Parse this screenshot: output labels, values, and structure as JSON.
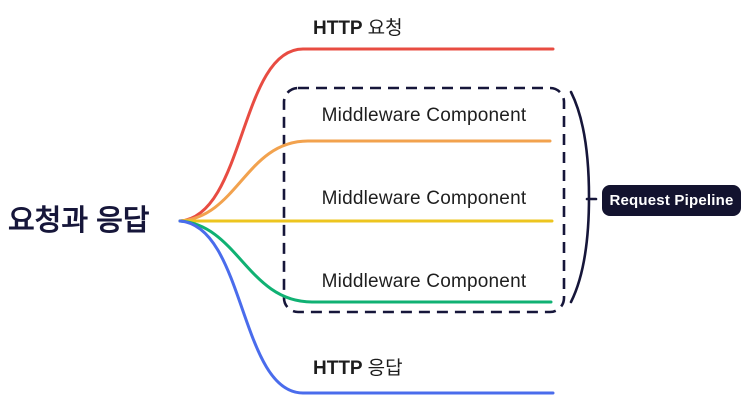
{
  "root": {
    "label": "요청과 응답"
  },
  "branches": {
    "http_request": {
      "prefix": "HTTP",
      "suffix": "요청"
    },
    "http_response": {
      "prefix": "HTTP",
      "suffix": "응답"
    },
    "middleware": {
      "items": [
        {
          "label": "Middleware Component"
        },
        {
          "label": "Middleware Component"
        },
        {
          "label": "Middleware Component"
        }
      ]
    }
  },
  "pipeline": {
    "label": "Request Pipeline"
  },
  "colors": {
    "navy": "#16163a",
    "red": "#e84c42",
    "orange": "#f2a24e",
    "yellow": "#edc51f",
    "green": "#10b173",
    "blue": "#4a6cec",
    "box_fill": "#cbcbd4",
    "badge_bg": "#13132f",
    "badge_text": "#ffffff",
    "text_dark": "#1d1d1d"
  }
}
